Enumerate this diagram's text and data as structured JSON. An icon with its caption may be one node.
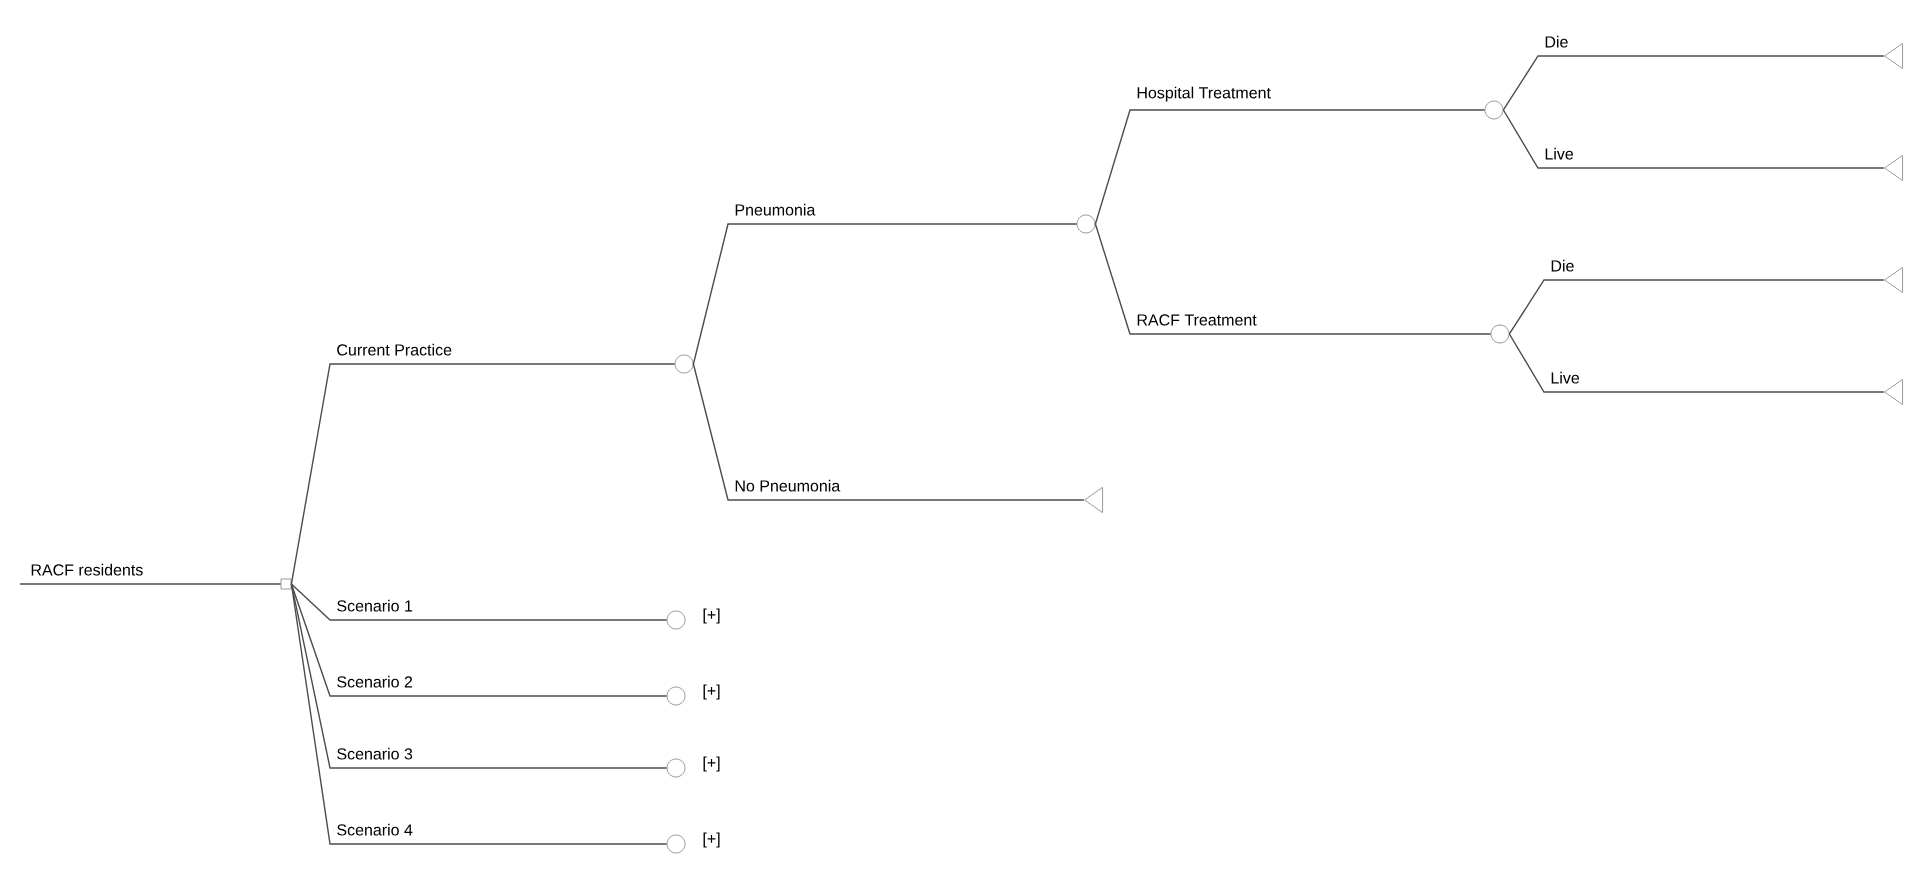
{
  "diagram": {
    "nodes": [
      {
        "text": [],
        "shape": "box"
      },
      {
        "text": [],
        "shape": "circle"
      },
      {
        "text": [],
        "shape": "circle"
      },
      {
        "text": [],
        "shape": "triangle"
      },
      {
        "text": [],
        "shape": "circle"
      },
      {
        "text": [],
        "shape": "circle"
      },
      {
        "text": [],
        "shape": "triangle"
      },
      {
        "text": [],
        "shape": "triangle"
      },
      {
        "text": [],
        "shape": "triangle"
      },
      {
        "text": [],
        "shape": "triangle"
      },
      {
        "text": [],
        "shape": "circle",
        "beside": [
          "[+]"
        ]
      },
      {
        "text": [],
        "shape": "circle",
        "beside": [
          "[+]"
        ]
      },
      {
        "text": [],
        "shape": "circle",
        "beside": [
          "[+]"
        ]
      },
      {
        "text": [],
        "shape": "circle",
        "beside": [
          "[+]"
        ]
      }
    ],
    "edges": [
      {
        "from": null,
        "to": 0,
        "arrow": "none",
        "label": "RACF residents"
      },
      {
        "from": 0,
        "to": 1,
        "arrow": "none",
        "label": "Current Practice"
      },
      {
        "from": 1,
        "to": 2,
        "arrow": "none",
        "label": "Pneumonia"
      },
      {
        "from": 1,
        "to": 3,
        "arrow": "none",
        "label": "No Pneumonia"
      },
      {
        "from": 2,
        "to": 4,
        "arrow": "none",
        "label": "Hospital Treatment"
      },
      {
        "from": 2,
        "to": 5,
        "arrow": "none",
        "label": "RACF Treatment"
      },
      {
        "from": 4,
        "to": 6,
        "arrow": "none",
        "label": "Die"
      },
      {
        "from": 4,
        "to": 7,
        "arrow": "none",
        "label": "Live"
      },
      {
        "from": 5,
        "to": 8,
        "arrow": "none",
        "label": "Die"
      },
      {
        "from": 5,
        "to": 9,
        "arrow": "none",
        "label": "Live"
      },
      {
        "from": 0,
        "to": 10,
        "arrow": "none",
        "label": "Scenario 1"
      },
      {
        "from": 0,
        "to": 11,
        "arrow": "none",
        "label": "Scenario 2"
      },
      {
        "from": 0,
        "to": 12,
        "arrow": "none",
        "label": "Scenario 3"
      },
      {
        "from": 0,
        "to": 13,
        "arrow": "none",
        "label": "Scenario 4"
      }
    ]
  }
}
